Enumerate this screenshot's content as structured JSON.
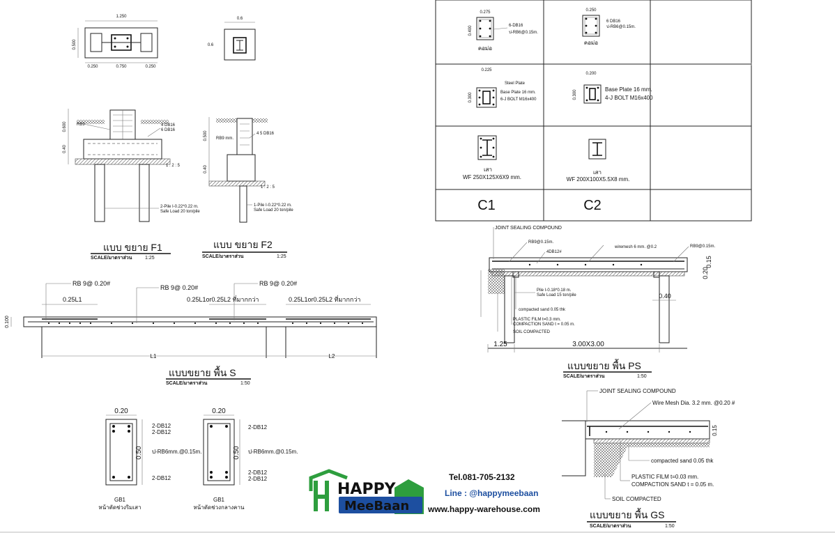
{
  "f1": {
    "dim_total": "1.250",
    "dim_height": "0.500",
    "dim_a": "0.250",
    "dim_b": "0.750",
    "dim_c": "0.250",
    "sec_rb": "RB9",
    "sec_db1": "4 DB16",
    "sec_db2": "6 DB16",
    "sec_h1": "0.40",
    "sec_h2": "0.600",
    "sec_pile": "2-Pile I-0.22*0.22 m.",
    "sec_load": "Safe Load 20 ton/pile",
    "sec_ratio": "1 : 2 : 5",
    "title": "แบบ ขยาย F1",
    "scale_label": "SCALE/มาตราส่วน",
    "scale": "1:25"
  },
  "f2": {
    "dim_w": "0.6",
    "dim_h": "0.6",
    "sec_db": "4 5 DB16",
    "sec_rb": "RB9 mm.",
    "sec_h1": "0.40",
    "sec_h2": "0.500",
    "sec_pile": "1-Pile I-0.22*0.22 m.",
    "sec_load": "Safe Load 20 ton/pile",
    "sec_ratio": "1 : 2 : 5",
    "title": "แบบ ขยาย F2",
    "scale_label": "SCALE/มาตราส่วน",
    "scale": "1:25"
  },
  "columns": {
    "c1_top_dim": "0.275",
    "c1_top_db": "6-DB16",
    "c1_top_rb": "ป-RB6@0.15m.",
    "c1_top_label": "คอม่อ",
    "c1_top_h": "0.400",
    "c2_top_dim": "0.250",
    "c2_top_db": "6 DB16",
    "c2_top_rb": "ป-RB6@0.15m.",
    "c2_top_label": "คอม่อ",
    "c1_mid_dim": "0.225",
    "c1_mid_plate1": "Steel Plate",
    "c1_mid_plate2": "Base Plate 16 mm.",
    "c1_mid_bolt": "6-J BOLT M16x400",
    "c1_mid_h": "0.300",
    "c2_mid_dim": "0.200",
    "c2_mid_plate": "Base Plate 16 mm.",
    "c2_mid_bolt": "4-J BOLT M16x400",
    "c2_mid_h": "0.300",
    "c1_wf_label": "เสา",
    "c1_wf": "WF 250X125X6X9 mm.",
    "c2_wf_label": "เสา",
    "c2_wf": "WF 200X100X5.5X8 mm.",
    "c1_name": "C1",
    "c2_name": "C2"
  },
  "slab_s": {
    "rb1": "RB 9@ 0.20#",
    "rb2": "RB 9@ 0.20#",
    "rb3": "RB 9@ 0.20#",
    "l1_note": "0.25L1",
    "mid_note": "0.25L1or0.25L2 ที่มากกว่า",
    "right_note": "0.25L1or0.25L2 ที่มากกว่า",
    "thk": "0.100",
    "l1": "L1",
    "l2": "L2",
    "title": "แบบขยาย พื้น S",
    "scale_label": "SCALE/มาตราส่วน",
    "scale": "1:50"
  },
  "slab_ps": {
    "joint": "JOINT SEALING COMPOUND",
    "rb_left": "RB9@0.15m.",
    "db": "4DB12#",
    "mesh": "wiremesh 6 mm. @0.2",
    "rb_right": "RB9@0.15m.",
    "d015": "0.15",
    "d020": "0.20",
    "d040": "0.40",
    "pile": "Pile I-0.18*0.18 m.",
    "load": "Safe Load 15 ton/pile",
    "sand": "compacted sand 0.05 thk",
    "film": "PLASTIC FILM t=0.3 mm.",
    "compaction": "COMPACTION SAND t = 0.05 m.",
    "soil": "SOIL COMPACTED",
    "d125": "1.25",
    "span": "3.00X3.00",
    "title": "แบบขยาย พื้น PS",
    "scale_label": "SCALE/มาตราส่วน",
    "scale": "1:50"
  },
  "slab_gs": {
    "joint": "JOINT SEALING COMPOUND",
    "mesh": "Wire Mesh Dia. 3.2 mm. @0.20 #",
    "d015": "0.15",
    "sand": "compacted sand 0.05 thk",
    "film": "PLASTIC FILM t=0.03 mm.",
    "compaction": "COMPACTION SAND t = 0.05 m.",
    "soil": "SOIL COMPACTED",
    "title": "แบบขยาย พื้น GS",
    "scale_label": "SCALE/มาตราส่วน",
    "scale": "1:50"
  },
  "beams": {
    "b1_w": "0.20",
    "b1_h": "0.50",
    "b1_top1": "2-DB12",
    "b1_top2": "2-DB12",
    "b1_rb": "ป-RB6mm.@0.15m.",
    "b1_bot": "2-DB12",
    "b1_name": "GB1",
    "b1_desc": "หน้าตัดช่วงริมเสา",
    "b2_w": "0.20",
    "b2_h": "0.50",
    "b2_top": "2-DB12",
    "b2_rb": "ป-RB6mm.@0.15m.",
    "b2_bot1": "2-DB12",
    "b2_bot2": "2-DB12",
    "b2_name": "GB1",
    "b2_desc": "หน้าตัดช่วงกลางคาน"
  },
  "brand": {
    "logo_happy": "HAPPY",
    "logo_meebaan": "MeeBaan",
    "tel": "Tel.081-705-2132",
    "line": "Line : @happymeebaan",
    "web": "www.happy-warehouse.com",
    "colors": {
      "green": "#2e9e3e",
      "blue": "#1d4fa0",
      "orange": "#f5a623"
    }
  }
}
